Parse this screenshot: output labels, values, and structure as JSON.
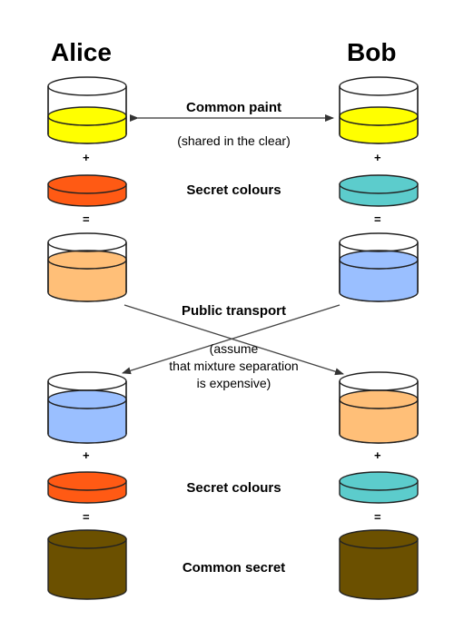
{
  "names": {
    "left": "Alice",
    "right": "Bob"
  },
  "labels": {
    "common_paint": "Common paint",
    "shared_note": "(shared in the clear)",
    "secret_colours_1": "Secret colours",
    "public_transport": "Public transport",
    "assume_line1": "(assume",
    "assume_line2": "that mixture separation",
    "assume_line3": "is expensive)",
    "secret_colours_2": "Secret colours",
    "common_secret": "Common secret"
  },
  "operators": {
    "plus": "+",
    "equals": "="
  },
  "colors": {
    "common_paint": "#ffff00",
    "alice_secret": "#ff5a14",
    "bob_secret": "#5ccccc",
    "alice_mix": "#ffbf78",
    "bob_mix": "#9abfff",
    "common_secret": "#6b5000",
    "glass": "#ffffff",
    "outline": "#222222"
  }
}
